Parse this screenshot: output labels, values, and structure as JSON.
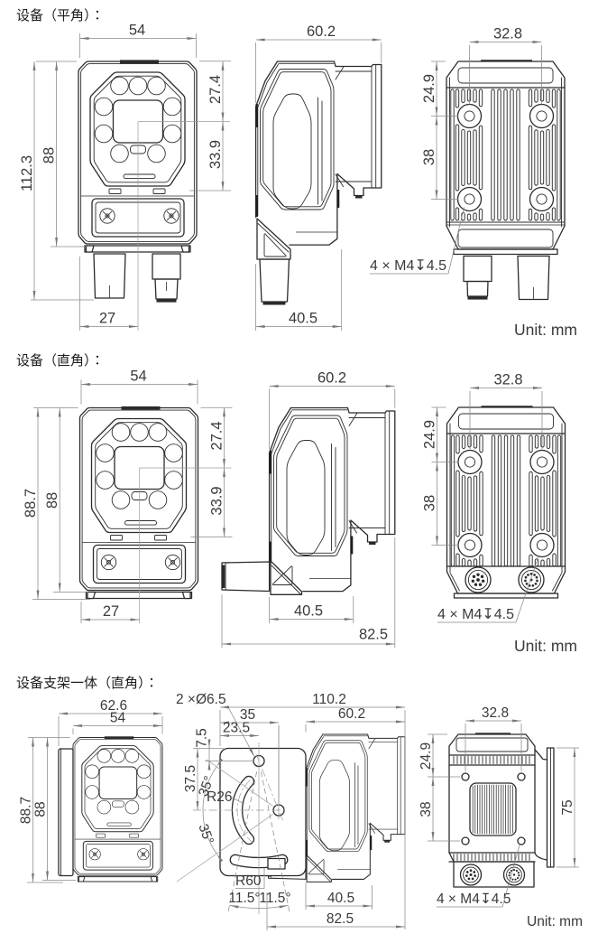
{
  "page": {
    "type": "technical-dimension-drawing"
  },
  "sections": [
    {
      "title": "设备（平角）：",
      "unit_label": "Unit: mm",
      "front": {
        "width": "54",
        "overall_height": "112.3",
        "body_height": "88",
        "lens_center_from_top": "27.4",
        "lens_center_to_seam": "33.9",
        "center_offset": "27"
      },
      "side": {
        "depth": "60.2",
        "front_depth": "40.5"
      },
      "back": {
        "hole_spacing_h": "32.8",
        "hole_from_top": "24.9",
        "hole_spacing_v": "38",
        "thread_note": "4 × M4↧4.5"
      }
    },
    {
      "title": "设备（直角）：",
      "unit_label": "Unit: mm",
      "front": {
        "width": "54",
        "overall_height": "88.7",
        "body_height": "88",
        "lens_center_from_top": "27.4",
        "lens_center_to_seam": "33.9",
        "center_offset": "27"
      },
      "side": {
        "depth": "60.2",
        "front_depth": "40.5",
        "overall_depth": "82.5"
      },
      "back": {
        "hole_spacing_h": "32.8",
        "hole_from_top": "24.9",
        "hole_spacing_v": "38",
        "thread_note": "4 × M4↧4.5"
      }
    },
    {
      "title": "设备支架一体（直角）：",
      "unit_label": "Unit: mm",
      "front": {
        "width_with_bracket": "62.6",
        "width": "54",
        "overall_height": "88.7",
        "body_height": "88"
      },
      "bracket": {
        "holes_note": "2 ×Ø6.5",
        "overall_depth_top": "110.2",
        "device_depth": "60.2",
        "hole2_offset": "35",
        "hole1_offset": "23.5",
        "hole1_from_top": "7.5",
        "hole2_from_top": "37.5",
        "angle_upper": "35°",
        "slot_radius": "R26",
        "angle_lower": "35°",
        "bottom_slot_radius": "R60",
        "angle_bottom_left": "11.5°",
        "angle_bottom_right": "11.5°",
        "front_depth": "40.5",
        "overall_depth": "82.5"
      },
      "back": {
        "hole_spacing_h": "32.8",
        "hole_from_top": "24.9",
        "hole_spacing_v": "38",
        "plate_height": "75",
        "thread_note": "4 × M4↧4.5"
      }
    }
  ]
}
